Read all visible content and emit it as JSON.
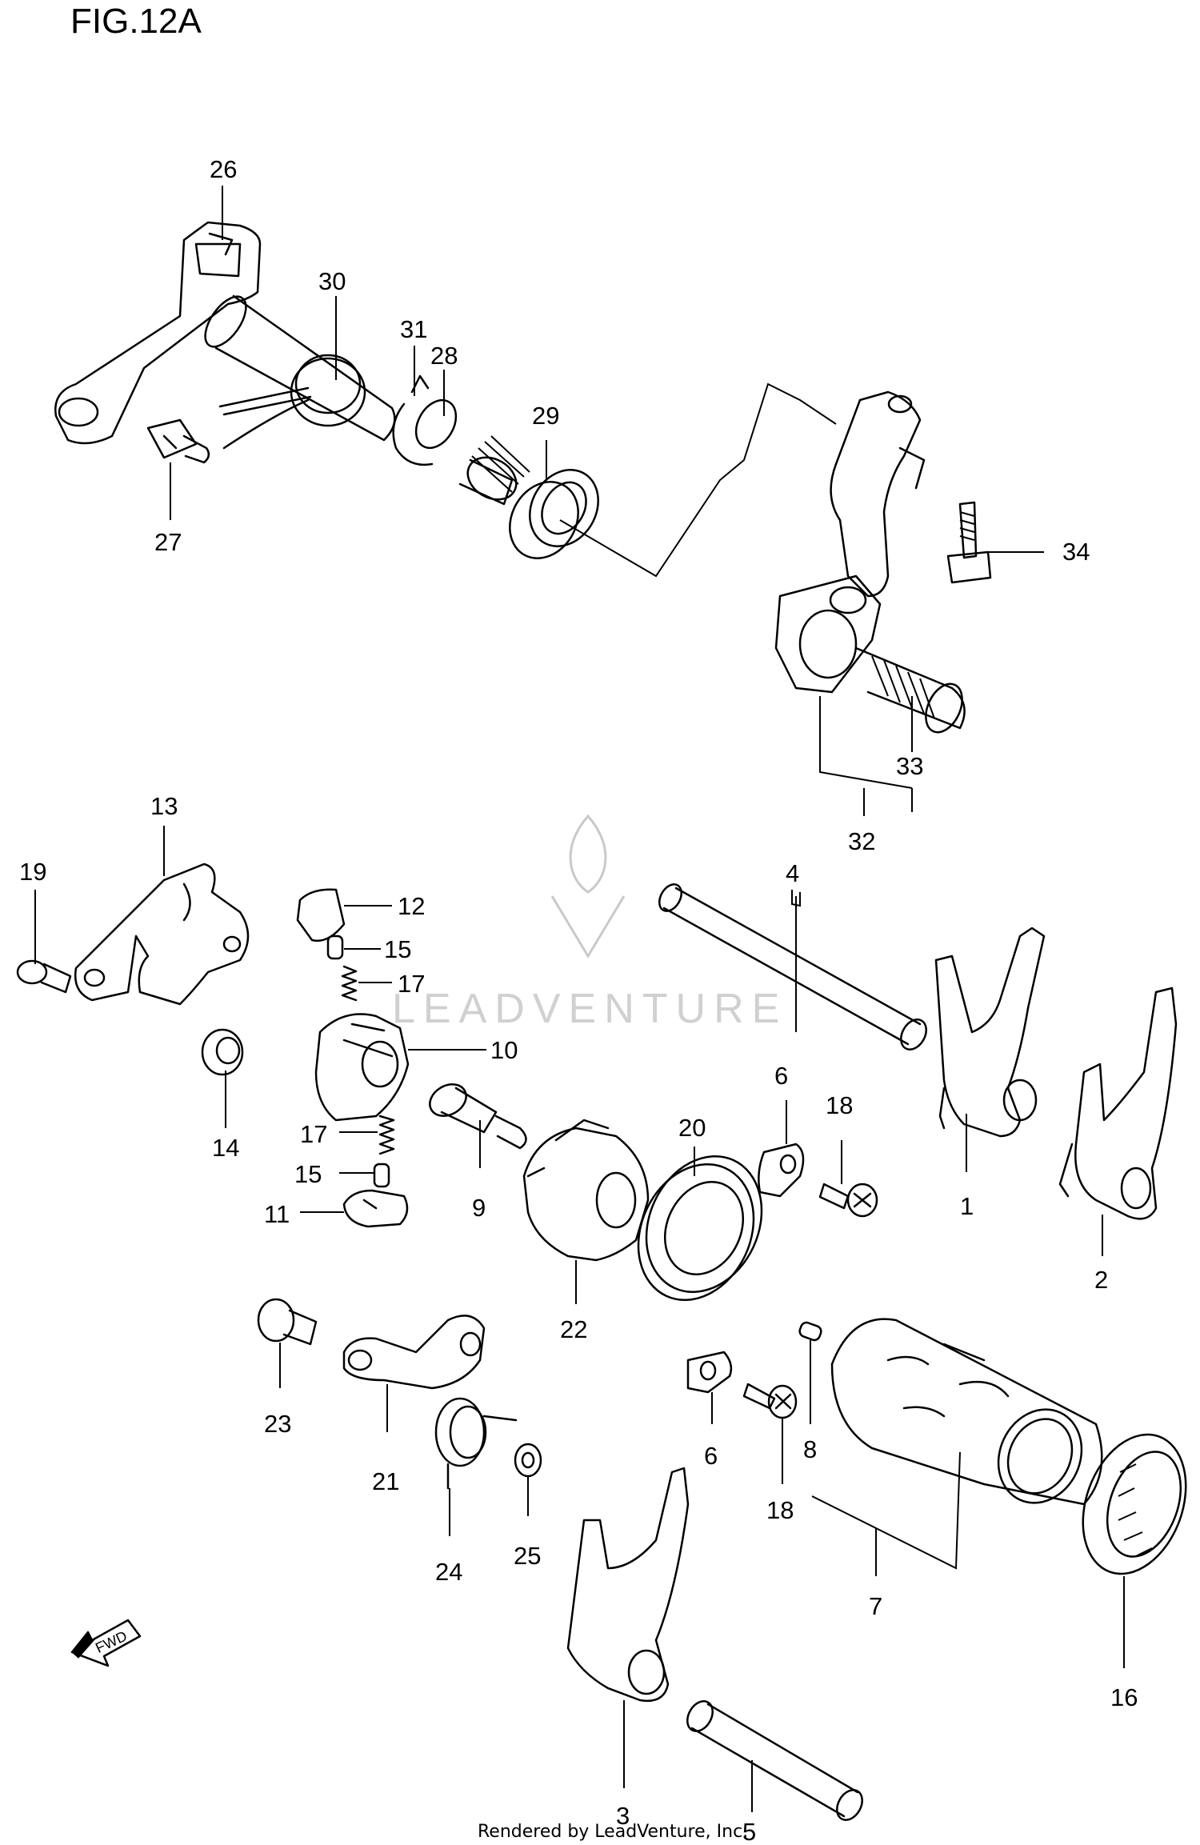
{
  "figure": {
    "title": "FIG.12A",
    "footer": "Rendered by LeadVenture, Inc.",
    "watermark_text": "LEADVENTURE",
    "fwd_label": "FWD"
  },
  "callouts": {
    "c1": "1",
    "c2": "2",
    "c3": "3",
    "c4": "4",
    "c5": "5",
    "c6a": "6",
    "c6b": "6",
    "c7": "7",
    "c8": "8",
    "c9": "9",
    "c10": "10",
    "c11": "11",
    "c12": "12",
    "c13": "13",
    "c14": "14",
    "c15a": "15",
    "c15b": "15",
    "c16": "16",
    "c17a": "17",
    "c17b": "17",
    "c18a": "18",
    "c18b": "18",
    "c19": "19",
    "c20": "20",
    "c21": "21",
    "c22": "22",
    "c23": "23",
    "c24": "24",
    "c25": "25",
    "c26": "26",
    "c27": "27",
    "c28": "28",
    "c29": "29",
    "c30": "30",
    "c31": "31",
    "c32": "32",
    "c33": "33",
    "c34": "34"
  }
}
